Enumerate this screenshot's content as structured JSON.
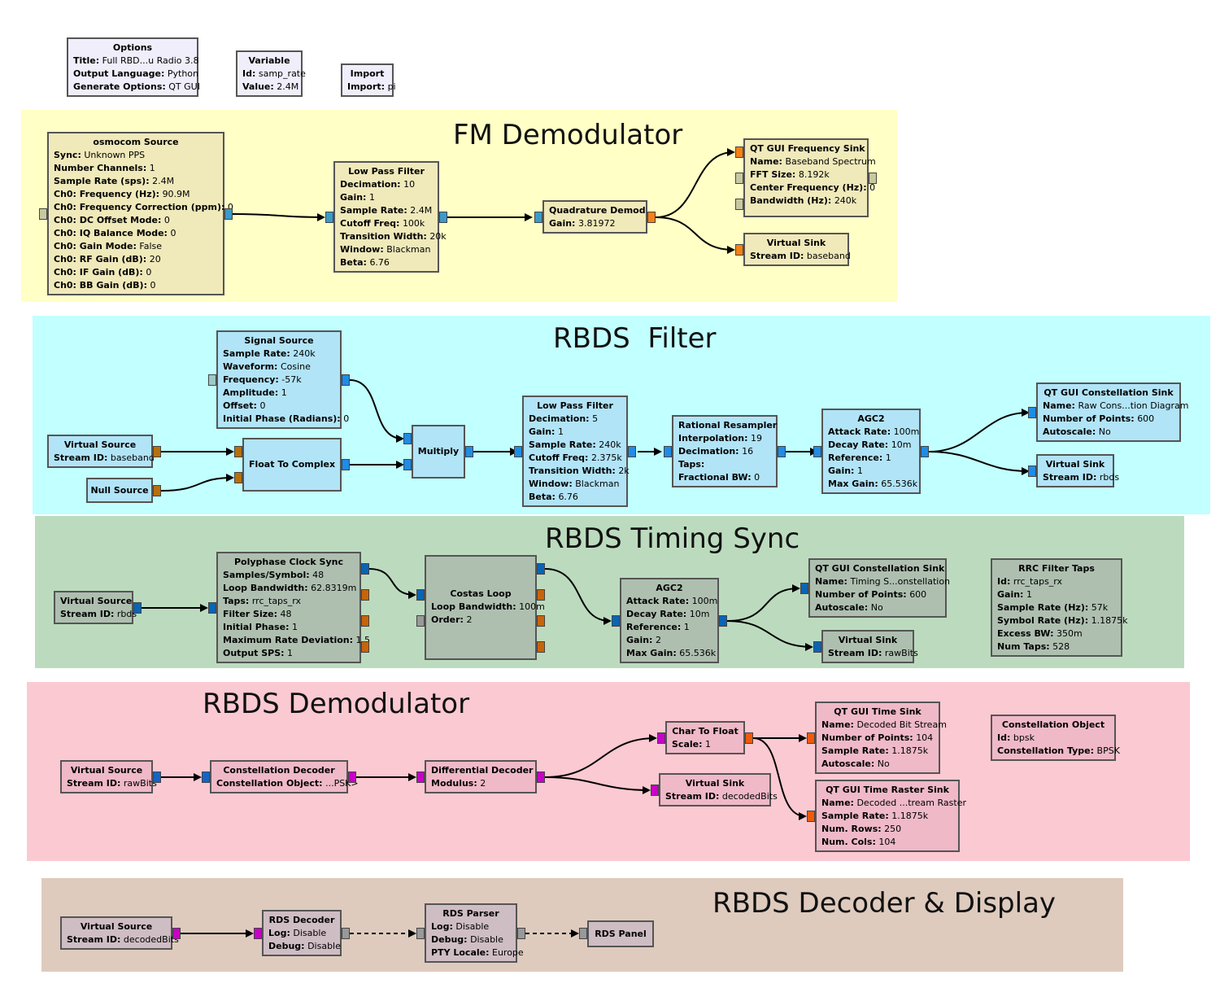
{
  "colors": {
    "fm_bg": "#ffffc6",
    "filter_bg": "#c2ffff",
    "timing_bg": "#bcdbbe",
    "demod_bg": "#fbc9d2",
    "decoder_bg": "#decbbe",
    "port_complex": "#3a9bc9",
    "port_float": "#f58114",
    "port_byte": "#c800c8",
    "port_message": "#999999"
  },
  "regions": {
    "fm": {
      "title": "FM Demodulator"
    },
    "filter": {
      "title": "RBDS  Filter"
    },
    "timing": {
      "title": "RBDS Timing Sync"
    },
    "demod": {
      "title": "RBDS Demodulator"
    },
    "decoder": {
      "title": "RBDS Decoder & Display"
    }
  },
  "blocks": {
    "options": {
      "title": "Options",
      "params": [
        {
          "k": "Title:",
          "v": "Full RBD...u Radio 3.8"
        },
        {
          "k": "Output Language:",
          "v": "Python"
        },
        {
          "k": "Generate Options:",
          "v": "QT GUI"
        }
      ]
    },
    "variable": {
      "title": "Variable",
      "params": [
        {
          "k": "Id:",
          "v": "samp_rate"
        },
        {
          "k": "Value:",
          "v": "2.4M"
        }
      ]
    },
    "import": {
      "title": "Import",
      "params": [
        {
          "k": "Import:",
          "v": "pi"
        }
      ]
    },
    "osmocom": {
      "title": "osmocom Source",
      "params": [
        {
          "k": "Sync:",
          "v": "Unknown PPS"
        },
        {
          "k": "Number Channels:",
          "v": "1"
        },
        {
          "k": "Sample Rate (sps):",
          "v": "2.4M"
        },
        {
          "k": "Ch0: Frequency (Hz):",
          "v": "90.9M"
        },
        {
          "k": "Ch0: Frequency Correction (ppm):",
          "v": "0"
        },
        {
          "k": "Ch0: DC Offset Mode:",
          "v": "0"
        },
        {
          "k": "Ch0: IQ Balance Mode:",
          "v": "0"
        },
        {
          "k": "Ch0: Gain Mode:",
          "v": "False"
        },
        {
          "k": "Ch0: RF Gain (dB):",
          "v": "20"
        },
        {
          "k": "Ch0: IF Gain (dB):",
          "v": "0"
        },
        {
          "k": "Ch0: BB Gain (dB):",
          "v": "0"
        }
      ]
    },
    "lpf1": {
      "title": "Low Pass Filter",
      "params": [
        {
          "k": "Decimation:",
          "v": "10"
        },
        {
          "k": "Gain:",
          "v": "1"
        },
        {
          "k": "Sample Rate:",
          "v": "2.4M"
        },
        {
          "k": "Cutoff Freq:",
          "v": "100k"
        },
        {
          "k": "Transition Width:",
          "v": "20k"
        },
        {
          "k": "Window:",
          "v": "Blackman"
        },
        {
          "k": "Beta:",
          "v": "6.76"
        }
      ]
    },
    "quad": {
      "title": "Quadrature Demod",
      "params": [
        {
          "k": "Gain:",
          "v": "3.81972"
        }
      ]
    },
    "freqsink": {
      "title": "QT GUI Frequency Sink",
      "params": [
        {
          "k": "Name:",
          "v": "Baseband Spectrum"
        },
        {
          "k": "FFT Size:",
          "v": "8.192k"
        },
        {
          "k": "Center Frequency (Hz):",
          "v": "0"
        },
        {
          "k": "Bandwidth (Hz):",
          "v": "240k"
        }
      ]
    },
    "vsink_baseband": {
      "title": "Virtual Sink",
      "params": [
        {
          "k": "Stream ID:",
          "v": "baseband"
        }
      ]
    },
    "sigsrc": {
      "title": "Signal Source",
      "params": [
        {
          "k": "Sample Rate:",
          "v": "240k"
        },
        {
          "k": "Waveform:",
          "v": "Cosine"
        },
        {
          "k": "Frequency:",
          "v": "-57k"
        },
        {
          "k": "Amplitude:",
          "v": "1"
        },
        {
          "k": "Offset:",
          "v": "0"
        },
        {
          "k": "Initial Phase (Radians):",
          "v": "0"
        }
      ]
    },
    "vsrc_baseband": {
      "title": "Virtual Source",
      "params": [
        {
          "k": "Stream ID:",
          "v": "baseband"
        }
      ]
    },
    "nullsrc": {
      "title": "Null Source",
      "params": []
    },
    "f2c": {
      "title": "Float To Complex",
      "params": []
    },
    "multiply": {
      "title": "Multiply",
      "params": []
    },
    "lpf2": {
      "title": "Low Pass Filter",
      "params": [
        {
          "k": "Decimation:",
          "v": "5"
        },
        {
          "k": "Gain:",
          "v": "1"
        },
        {
          "k": "Sample Rate:",
          "v": "240k"
        },
        {
          "k": "Cutoff Freq:",
          "v": "2.375k"
        },
        {
          "k": "Transition Width:",
          "v": "2k"
        },
        {
          "k": "Window:",
          "v": "Blackman"
        },
        {
          "k": "Beta:",
          "v": "6.76"
        }
      ]
    },
    "resampler": {
      "title": "Rational Resampler",
      "params": [
        {
          "k": "Interpolation:",
          "v": "19"
        },
        {
          "k": "Decimation:",
          "v": "16"
        },
        {
          "k": "Taps:",
          "v": ""
        },
        {
          "k": "Fractional BW:",
          "v": "0"
        }
      ]
    },
    "agc2a": {
      "title": "AGC2",
      "params": [
        {
          "k": "Attack Rate:",
          "v": "100m"
        },
        {
          "k": "Decay Rate:",
          "v": "10m"
        },
        {
          "k": "Reference:",
          "v": "1"
        },
        {
          "k": "Gain:",
          "v": "1"
        },
        {
          "k": "Max Gain:",
          "v": "65.536k"
        }
      ]
    },
    "constsink1": {
      "title": "QT GUI Constellation Sink",
      "params": [
        {
          "k": "Name:",
          "v": "Raw Cons...tion Diagram"
        },
        {
          "k": "Number of Points:",
          "v": "600"
        },
        {
          "k": "Autoscale:",
          "v": "No"
        }
      ]
    },
    "vsink_rbds": {
      "title": "Virtual Sink",
      "params": [
        {
          "k": "Stream ID:",
          "v": "rbds"
        }
      ]
    },
    "vsrc_rbds": {
      "title": "Virtual Source",
      "params": [
        {
          "k": "Stream ID:",
          "v": "rbds"
        }
      ]
    },
    "pfb": {
      "title": "Polyphase Clock Sync",
      "params": [
        {
          "k": "Samples/Symbol:",
          "v": "48"
        },
        {
          "k": "Loop Bandwidth:",
          "v": "62.8319m"
        },
        {
          "k": "Taps:",
          "v": "rrc_taps_rx"
        },
        {
          "k": "Filter Size:",
          "v": "48"
        },
        {
          "k": "Initial Phase:",
          "v": "1"
        },
        {
          "k": "Maximum Rate Deviation:",
          "v": "1.5"
        },
        {
          "k": "Output SPS:",
          "v": "1"
        }
      ]
    },
    "costas": {
      "title": "Costas Loop",
      "params": [
        {
          "k": "Loop Bandwidth:",
          "v": "100m"
        },
        {
          "k": "Order:",
          "v": "2"
        }
      ]
    },
    "agc2b": {
      "title": "AGC2",
      "params": [
        {
          "k": "Attack Rate:",
          "v": "100m"
        },
        {
          "k": "Decay Rate:",
          "v": "10m"
        },
        {
          "k": "Reference:",
          "v": "1"
        },
        {
          "k": "Gain:",
          "v": "2"
        },
        {
          "k": "Max Gain:",
          "v": "65.536k"
        }
      ]
    },
    "constsink2": {
      "title": "QT GUI Constellation Sink",
      "params": [
        {
          "k": "Name:",
          "v": "Timing S...onstellation"
        },
        {
          "k": "Number of Points:",
          "v": "600"
        },
        {
          "k": "Autoscale:",
          "v": "No"
        }
      ]
    },
    "vsink_rawbits": {
      "title": "Virtual Sink",
      "params": [
        {
          "k": "Stream ID:",
          "v": "rawBits"
        }
      ]
    },
    "rrc": {
      "title": "RRC Filter Taps",
      "params": [
        {
          "k": "Id:",
          "v": "rrc_taps_rx"
        },
        {
          "k": "Gain:",
          "v": "1"
        },
        {
          "k": "Sample Rate (Hz):",
          "v": "57k"
        },
        {
          "k": "Symbol Rate (Hz):",
          "v": "1.1875k"
        },
        {
          "k": "Excess BW:",
          "v": "350m"
        },
        {
          "k": "Num Taps:",
          "v": "528"
        }
      ]
    },
    "vsrc_rawbits": {
      "title": "Virtual Source",
      "params": [
        {
          "k": "Stream ID:",
          "v": "rawBits"
        }
      ]
    },
    "constdec": {
      "title": "Constellation Decoder",
      "params": [
        {
          "k": "Constellation Object:",
          "v": "...PSK>"
        }
      ]
    },
    "diffdec": {
      "title": "Differential Decoder",
      "params": [
        {
          "k": "Modulus:",
          "v": "2"
        }
      ]
    },
    "c2f": {
      "title": "Char To Float",
      "params": [
        {
          "k": "Scale:",
          "v": "1"
        }
      ]
    },
    "vsink_decoded": {
      "title": "Virtual Sink",
      "params": [
        {
          "k": "Stream ID:",
          "v": "decodedBits"
        }
      ]
    },
    "timesink": {
      "title": "QT GUI Time Sink",
      "params": [
        {
          "k": "Name:",
          "v": "Decoded Bit Stream"
        },
        {
          "k": "Number of Points:",
          "v": "104"
        },
        {
          "k": "Sample Rate:",
          "v": "1.1875k"
        },
        {
          "k": "Autoscale:",
          "v": "No"
        }
      ]
    },
    "rastersink": {
      "title": "QT GUI Time Raster Sink",
      "params": [
        {
          "k": "Name:",
          "v": "Decoded ...tream Raster"
        },
        {
          "k": "Sample Rate:",
          "v": "1.1875k"
        },
        {
          "k": "Num. Rows:",
          "v": "250"
        },
        {
          "k": "Num. Cols:",
          "v": "104"
        }
      ]
    },
    "constobj": {
      "title": "Constellation Object",
      "params": [
        {
          "k": "Id:",
          "v": "bpsk"
        },
        {
          "k": "Constellation Type:",
          "v": "BPSK"
        }
      ]
    },
    "vsrc_decoded": {
      "title": "Virtual Source",
      "params": [
        {
          "k": "Stream ID:",
          "v": "decodedBits"
        }
      ]
    },
    "rdsdec": {
      "title": "RDS Decoder",
      "params": [
        {
          "k": "Log:",
          "v": "Disable"
        },
        {
          "k": "Debug:",
          "v": "Disable"
        }
      ]
    },
    "rdsparser": {
      "title": "RDS Parser",
      "params": [
        {
          "k": "Log:",
          "v": "Disable"
        },
        {
          "k": "Debug:",
          "v": "Disable"
        },
        {
          "k": "PTY Locale:",
          "v": "Europe"
        }
      ]
    },
    "rdspanel": {
      "title": "RDS Panel",
      "params": []
    }
  }
}
